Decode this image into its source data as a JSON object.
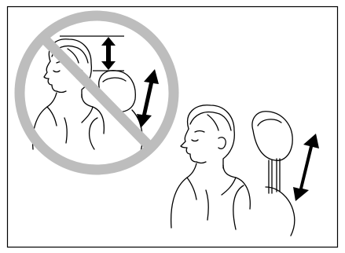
{
  "figure": {
    "panels": [
      {
        "id": "incorrect",
        "marker": "prohibition-sign",
        "headrest": "too-low"
      },
      {
        "id": "correct",
        "marker": "none",
        "headrest": "adjusted-to-head"
      }
    ],
    "colors": {
      "line": "#000000",
      "prohibition": "#bdbdbd",
      "background": "#ffffff",
      "border": "#000000"
    },
    "icons": [
      "prohibition-sign-icon",
      "vertical-double-arrow-icon",
      "gap-measure-arrow-icon"
    ]
  }
}
